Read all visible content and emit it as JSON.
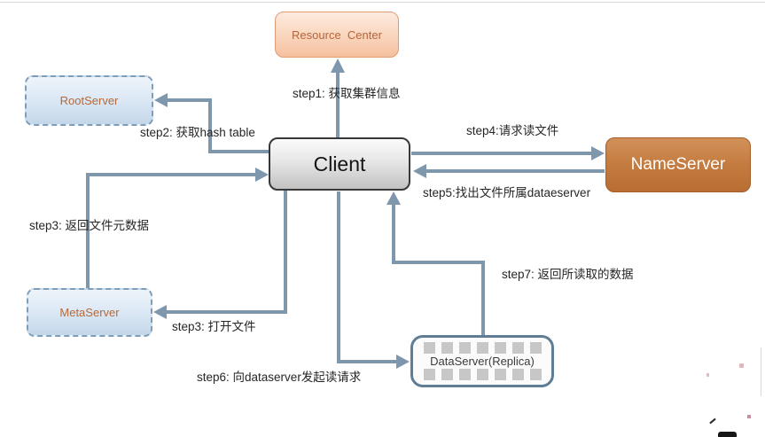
{
  "diagram": {
    "type": "flow-diagram",
    "nodes": {
      "resource_center": {
        "label": "Resource  Center",
        "fill": "#f5c09e",
        "text_color": "#b5653c"
      },
      "root_server": {
        "label": "RootServer",
        "fill": "#c3d7ea",
        "text_color": "#b5693a"
      },
      "client": {
        "label": "Client",
        "fill": "#d9d9d9",
        "text_color": "#141414"
      },
      "name_server": {
        "label": "NameServer",
        "fill": "#c07a41",
        "text_color": "#ffffff"
      },
      "meta_server": {
        "label": "MetaServer",
        "fill": "#c3d7ea",
        "text_color": "#b5693a"
      },
      "data_server": {
        "label": "DataServer(Replica)",
        "fill": "#fbfbfb",
        "text_color": "#3a3a3a",
        "replica_blocks_per_row": 7
      }
    },
    "edges": [
      {
        "id": "step1",
        "label": "step1: 获取集群信息",
        "from": "client",
        "to": "resource_center"
      },
      {
        "id": "step2",
        "label": "step2: 获取hash table",
        "from": "client",
        "to": "root_server"
      },
      {
        "id": "step3-return",
        "label": "step3: 返回文件元数据",
        "from": "meta_server",
        "to": "client"
      },
      {
        "id": "step3-open",
        "label": "step3: 打开文件",
        "from": "client",
        "to": "meta_server"
      },
      {
        "id": "step4",
        "label": "step4:请求读文件",
        "from": "client",
        "to": "name_server"
      },
      {
        "id": "step5",
        "label": "step5:找出文件所属dataeserver",
        "from": "name_server",
        "to": "client"
      },
      {
        "id": "step6",
        "label": "step6: 向dataserver发起读请求",
        "from": "client",
        "to": "data_server"
      },
      {
        "id": "step7",
        "label": "step7: 返回所读取的数据",
        "from": "data_server",
        "to": "client"
      }
    ],
    "colors": {
      "connector": "#7e97ad",
      "background": "#ffffff",
      "label_text": "#262626",
      "top_divider": "#d9d9d9"
    }
  }
}
